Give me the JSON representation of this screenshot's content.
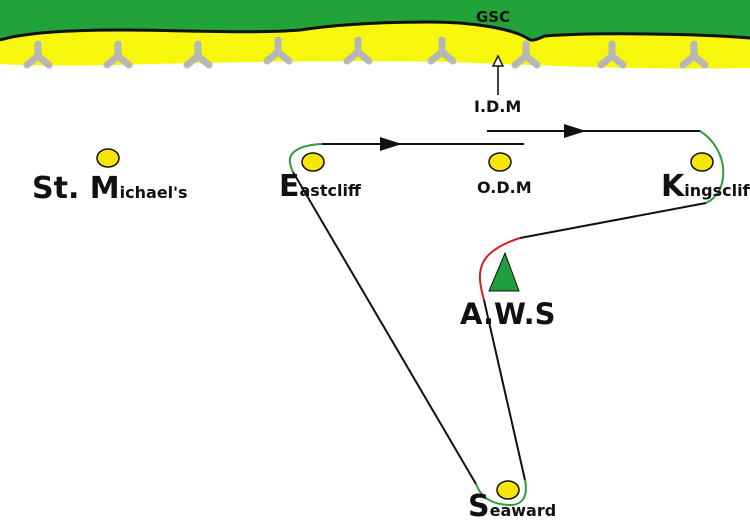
{
  "colors": {
    "land": "#22a33a",
    "beach": "#f7f70e",
    "shoreline": "#111111",
    "buoy": "#f5e608",
    "groyne": "#b7b7b7",
    "course_line": "#111111",
    "rounding_port": "#2e9e3f",
    "rounding_start": "#d81e1e",
    "aws_marker": "#1f9e3a"
  },
  "labels": {
    "club": "GSC",
    "idm": "I.D.M",
    "odm": "O.D.M",
    "aws": "A.W.S",
    "st_michaels": {
      "cap": "M",
      "prefix": "St. ",
      "rest": "ichael's"
    },
    "eastcliff": {
      "cap": "E",
      "rest": "astcliff"
    },
    "kingscliff": {
      "cap": "K",
      "rest": "ingscliff"
    },
    "seaward": {
      "cap": "S",
      "rest": "eaward"
    }
  },
  "icons": {
    "groyne": "groyne-icon",
    "buoy": "buoy-icon",
    "arrow": "direction-arrow-icon",
    "aws": "triangle-marker-icon"
  }
}
